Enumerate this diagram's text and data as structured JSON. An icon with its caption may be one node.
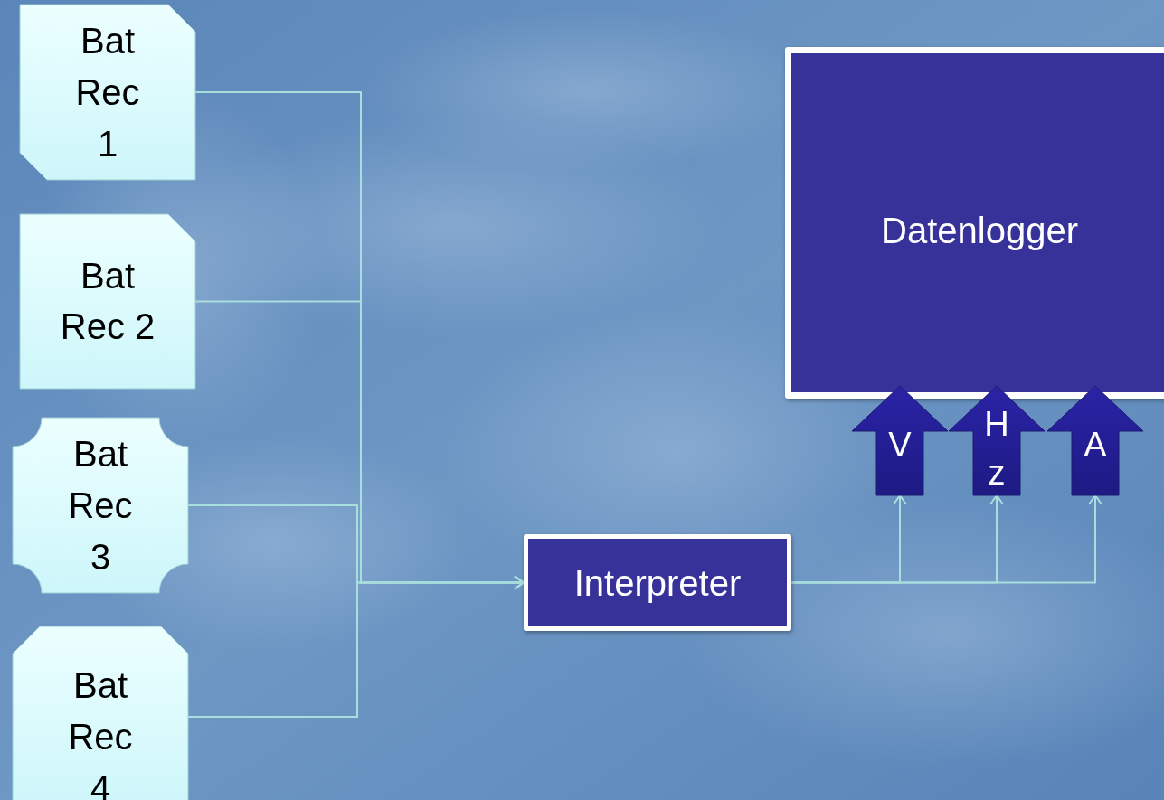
{
  "diagram": {
    "nodes": [
      {
        "text": [
          "Bat Rec 1"
        ]
      },
      {
        "text": [
          "Bat Rec 2"
        ]
      },
      {
        "text": [
          "Bat Rec 3"
        ]
      },
      {
        "text": [
          "Bat Rec 4"
        ]
      },
      {
        "text": [
          "Datenlogger"
        ]
      },
      {
        "text": [
          "Interpreter"
        ]
      },
      {
        "text": [
          "V"
        ]
      },
      {
        "text": [
          "Hz"
        ]
      },
      {
        "text": [
          "A"
        ]
      }
    ],
    "edges": [
      {
        "from": 0,
        "to": 5,
        "arrow": "to"
      },
      {
        "from": 1,
        "to": 5,
        "arrow": "to"
      },
      {
        "from": 2,
        "to": 5,
        "arrow": "to"
      },
      {
        "from": 3,
        "to": 5,
        "arrow": "to"
      },
      {
        "from": 5,
        "to": 6,
        "arrow": "to"
      },
      {
        "from": 5,
        "to": 7,
        "arrow": "to"
      },
      {
        "from": 5,
        "to": 8,
        "arrow": "to"
      }
    ]
  }
}
